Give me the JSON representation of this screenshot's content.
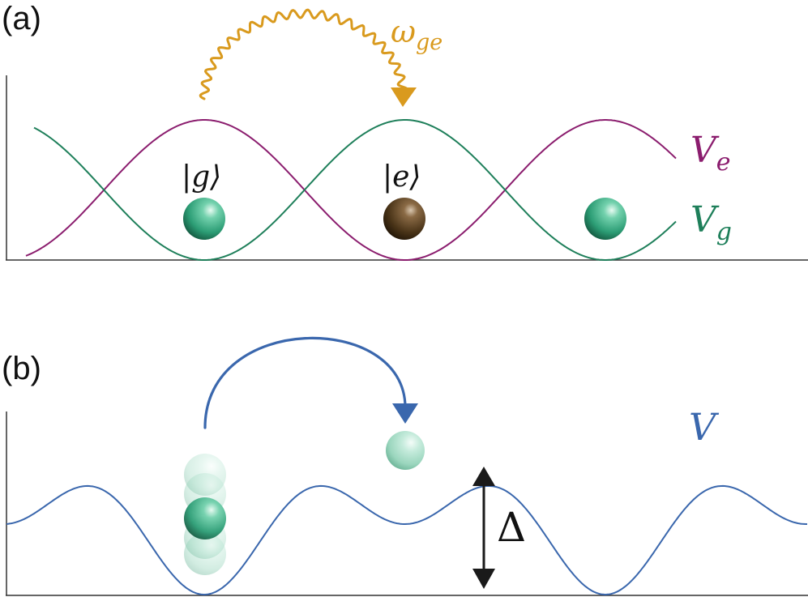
{
  "panel_a": {
    "label": "(a)",
    "photon_label_main": "ω",
    "photon_label_sub": "ge",
    "ground_state_label": "|g⟩",
    "excited_state_label": "|e⟩",
    "curve_e_label_main": "V",
    "curve_e_label_sub": "e",
    "curve_g_label_main": "V",
    "curve_g_label_sub": "g"
  },
  "panel_b": {
    "label": "(b)",
    "potential_label": "V",
    "depth_label": "Δ"
  },
  "colors": {
    "magenta_curve": "#8b1d6e",
    "green_curve": "#1e7f5a",
    "photon": "#d99a1e",
    "blue_curve": "#3a67ad",
    "axis": "#333333",
    "delta_arrow": "#1a1a1a",
    "green_atom": "#2fa27a",
    "brown_atom": "#4a3418"
  }
}
